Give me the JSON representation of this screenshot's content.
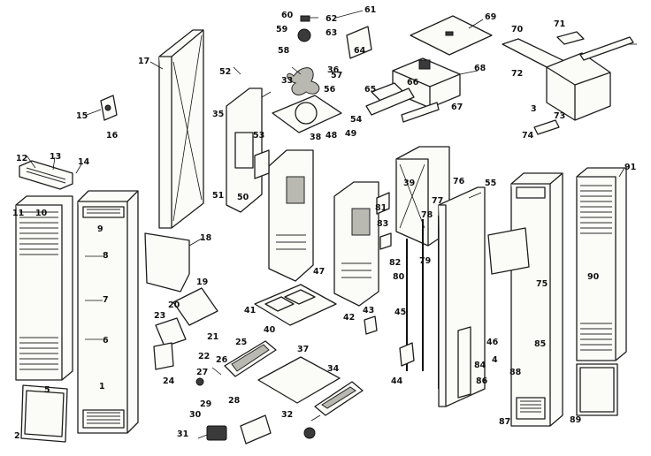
{
  "diagram": {
    "part_numbers": [
      "1",
      "2",
      "3",
      "4",
      "5",
      "6",
      "7",
      "8",
      "9",
      "10",
      "11",
      "12",
      "13",
      "14",
      "15",
      "16",
      "17",
      "18",
      "19",
      "20",
      "21",
      "22",
      "23",
      "24",
      "25",
      "26",
      "27",
      "28",
      "29",
      "30",
      "31",
      "32",
      "33",
      "34",
      "35",
      "36",
      "37",
      "38",
      "39",
      "40",
      "41",
      "42",
      "43",
      "44",
      "45",
      "46",
      "47",
      "48",
      "49",
      "50",
      "51",
      "52",
      "53",
      "54",
      "55",
      "56",
      "57",
      "58",
      "59",
      "60",
      "61",
      "62",
      "63",
      "64",
      "65",
      "66",
      "67",
      "68",
      "69",
      "70",
      "71",
      "72",
      "73",
      "74",
      "75",
      "76",
      "77",
      "78",
      "79",
      "80",
      "81",
      "82",
      "83",
      "84",
      "85",
      "86",
      "87",
      "88",
      "89",
      "90",
      "91"
    ]
  }
}
